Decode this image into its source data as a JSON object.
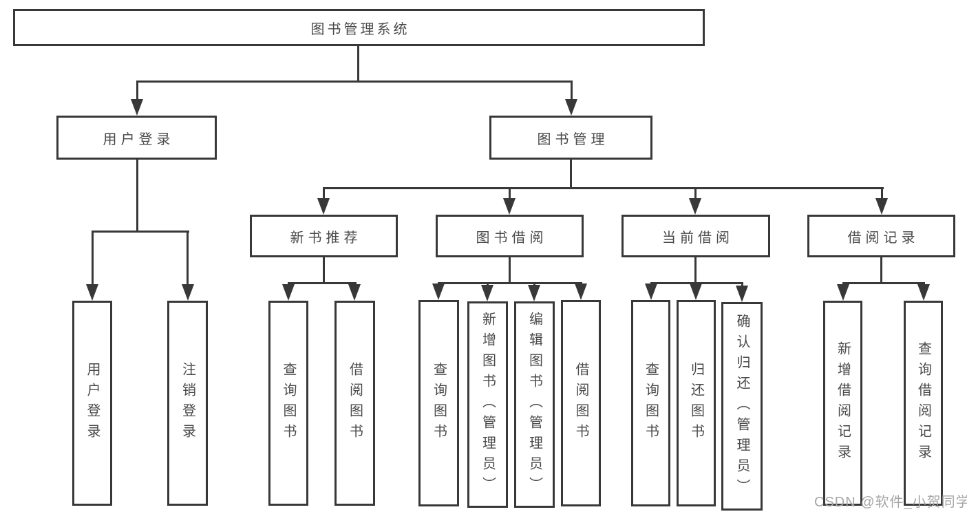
{
  "diagram": {
    "root_label": "图书管理系统",
    "branches": [
      {
        "label": "用户登录",
        "children": [
          {
            "label": "用户登录"
          },
          {
            "label": "注销登录"
          }
        ]
      },
      {
        "label": "图书管理",
        "groups": [
          {
            "label": "新书推荐",
            "children": [
              {
                "label": "查询图书"
              },
              {
                "label": "借阅图书"
              }
            ]
          },
          {
            "label": "图书借阅",
            "children": [
              {
                "label": "查询图书"
              },
              {
                "label": "新增图书（管理员）"
              },
              {
                "label": "编辑图书（管理员）"
              },
              {
                "label": "借阅图书"
              }
            ]
          },
          {
            "label": "当前借阅",
            "children": [
              {
                "label": "查询图书"
              },
              {
                "label": "归还图书"
              },
              {
                "label": "确认归还（管理员）"
              }
            ]
          },
          {
            "label": "借阅记录",
            "children": [
              {
                "label": "新增借阅记录"
              },
              {
                "label": "查询借阅记录"
              }
            ]
          }
        ]
      }
    ]
  },
  "watermark": {
    "text": "CSDN @软件_小贺同学"
  },
  "colors": {
    "line": "#383838",
    "node_border": "#383838",
    "text": "#4a4a4a",
    "watermark_text": "#a6a6a6",
    "background": "#ffffff"
  }
}
